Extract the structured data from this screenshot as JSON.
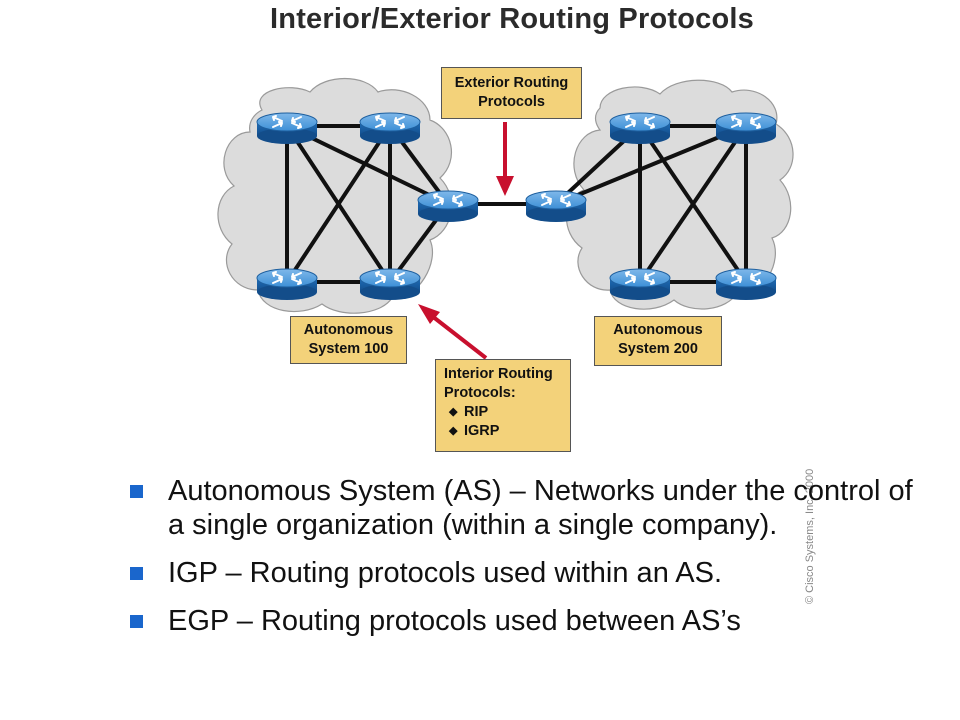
{
  "title": "Interior/Exterior Routing Protocols",
  "diagram": {
    "exterior_callout": {
      "line1": "Exterior Routing",
      "line2": "Protocols"
    },
    "as100_label": {
      "line1": "Autonomous",
      "line2": "System 100"
    },
    "as200_label": {
      "line1": "Autonomous",
      "line2": "System 200"
    },
    "interior_callout": {
      "line1": "Interior Routing",
      "line2": "Protocols:",
      "items": [
        "RIP",
        "IGRP"
      ]
    },
    "copyright": "© Cisco Systems, Inc. 2000",
    "colors": {
      "callout_fill": "#f3d27a",
      "router_blue": "#2f7fc8",
      "arrow_red": "#c8102e",
      "cloud": "#dcdcdc"
    },
    "icons": [
      "router-icon",
      "cloud-icon",
      "arrow-icon"
    ]
  },
  "bullets": [
    "Autonomous System (AS) – Networks under the control of a single organization (within a single company).",
    "IGP – Routing protocols used within an AS.",
    "EGP – Routing protocols used between AS’s"
  ],
  "bullet_color": "#1a66cc"
}
